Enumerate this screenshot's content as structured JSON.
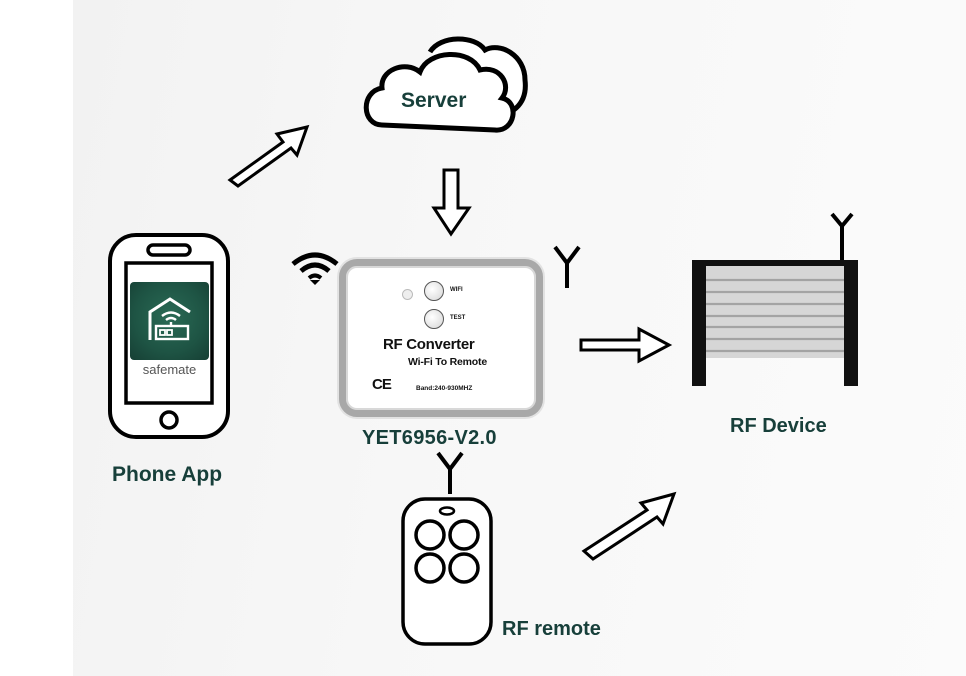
{
  "diagram": {
    "title": "YET6956-V2.0 RF Converter connection diagram",
    "nodes": {
      "server": {
        "label": "Server",
        "icon": "cloud-icon"
      },
      "phone": {
        "label": "Phone App",
        "app_name": "safemate",
        "icon": "smartphone-icon"
      },
      "converter": {
        "model": "YET6956-V2.0",
        "product_name": "RF Converter",
        "subtitle": "Wi-Fi To Remote",
        "band": "Band:240-930MHZ",
        "ce_mark": "CE",
        "buttons": [
          {
            "label": "WIFI"
          },
          {
            "label": "TEST"
          }
        ]
      },
      "rf_device": {
        "label": "RF Device",
        "icon": "roller-shutter-icon"
      },
      "rf_remote": {
        "label": "RF remote",
        "icon": "remote-control-icon",
        "button_count": 4
      }
    },
    "connections": [
      {
        "from": "phone",
        "to": "server",
        "icon": "arrow-up-right-icon"
      },
      {
        "from": "server",
        "to": "converter",
        "icon": "arrow-down-icon"
      },
      {
        "from": "converter",
        "to": "rf_device",
        "icon": "arrow-right-icon"
      },
      {
        "from": "rf_remote",
        "to": "rf_device",
        "icon": "arrow-up-right-icon"
      }
    ],
    "colors": {
      "label_text": "#173f3a",
      "app_icon_bg": "#1e5444",
      "outline": "#000000",
      "converter_border": "#9a9a9a",
      "shutter_slats": "#d6d6d6"
    }
  }
}
